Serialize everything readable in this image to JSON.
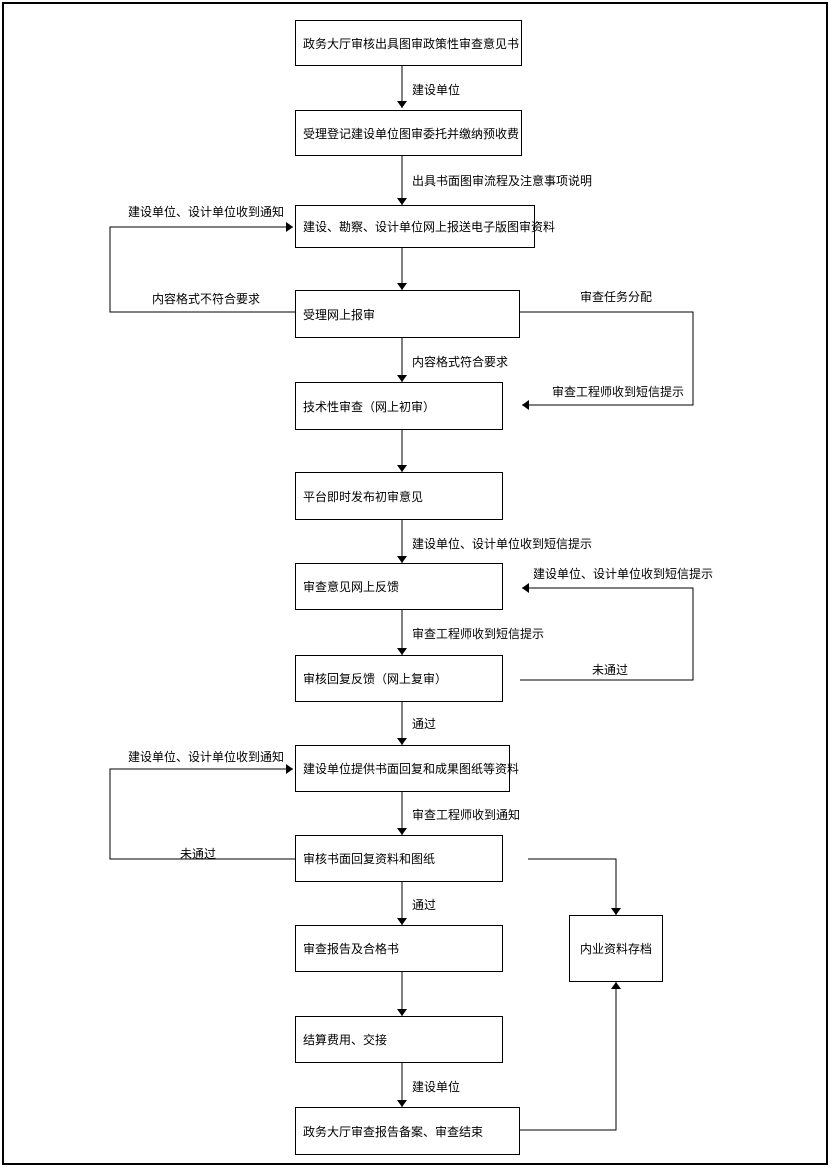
{
  "steps": {
    "s1": "政务大厅审核出具图审政策性审查意见书",
    "s2": "受理登记建设单位图审委托并缴纳预收费",
    "s3": "建设、勘察、设计单位网上报送电子版图审资料",
    "s4": "受理网上报审",
    "s5": "技术性审查（网上初审）",
    "s6": "平台即时发布初审意见",
    "s7": "审查意见网上反馈",
    "s8": "审核回复反馈（网上复审）",
    "s9": "建设单位提供书面回复和成果图纸等资料",
    "s10": "审核书面回复资料和图纸",
    "s11": "审查报告及合格书",
    "s12": "结算费用、交接",
    "s13": "政务大厅审查报告备案、审查结束",
    "archive": "内业资料存档"
  },
  "labels": {
    "a1": "建设单位",
    "a2": "出具书面图审流程及注意事项说明",
    "a4": "内容格式符合要求",
    "a6": "建设单位、设计单位收到短信提示",
    "a7": "审查工程师收到短信提示",
    "a8": "通过",
    "a9": "审查工程师收到通知",
    "a10": "通过",
    "a12": "建设单位",
    "loop1_top": "建设单位、设计单位收到通知",
    "loop1_bottom": "内容格式不符合要求",
    "loop2_top": "审查任务分配",
    "loop2_bottom": "审查工程师收到短信提示",
    "loop3_top": "建设单位、设计单位收到短信提示",
    "loop3_bottom": "未通过",
    "loop4_top": "建设单位、设计单位收到通知",
    "loop4_bottom": "未通过"
  }
}
